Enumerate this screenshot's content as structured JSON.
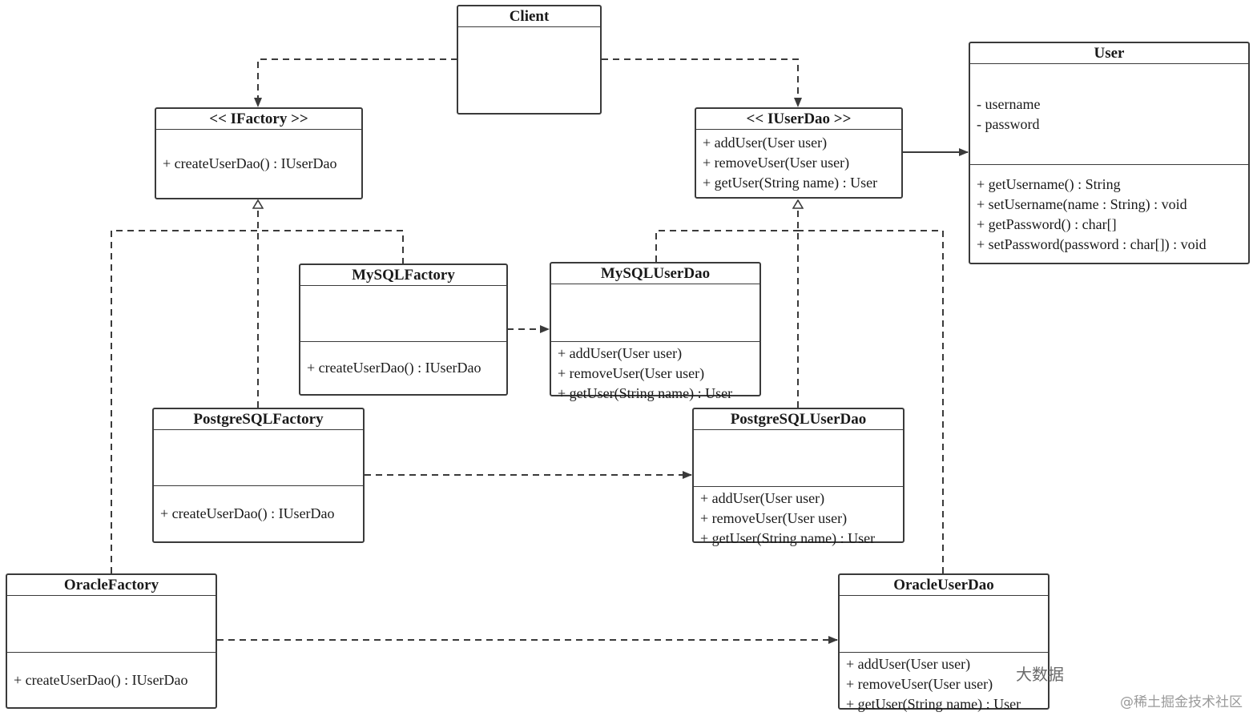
{
  "classes": {
    "client": {
      "name": "Client"
    },
    "ifactory": {
      "name": "<< IFactory >>",
      "ops": [
        "+ createUserDao() : IUserDao"
      ]
    },
    "iuserdao": {
      "name": "<< IUserDao >>",
      "ops": [
        "+ addUser(User user)",
        "+ removeUser(User user)",
        "+ getUser(String name) : User"
      ]
    },
    "user": {
      "name": "User",
      "attrs": [
        "- username",
        "- password"
      ],
      "ops": [
        "+ getUsername() : String",
        "+ setUsername(name : String) : void",
        "+ getPassword() : char[]",
        "+ setPassword(password : char[]) : void"
      ]
    },
    "mysqlfactory": {
      "name": "MySQLFactory",
      "ops": [
        "+ createUserDao() : IUserDao"
      ]
    },
    "mysqluserdao": {
      "name": "MySQLUserDao",
      "ops": [
        "+ addUser(User user)",
        "+ removeUser(User user)",
        "+ getUser(String name) : User"
      ]
    },
    "postgresqlfactory": {
      "name": "PostgreSQLFactory",
      "ops": [
        "+ createUserDao() : IUserDao"
      ]
    },
    "postgresqluserdao": {
      "name": "PostgreSQLUserDao",
      "ops": [
        "+ addUser(User user)",
        "+ removeUser(User user)",
        "+ getUser(String name) : User"
      ]
    },
    "oraclefactory": {
      "name": "OracleFactory",
      "ops": [
        "+ createUserDao() : IUserDao"
      ]
    },
    "oracleuserdao": {
      "name": "OracleUserDao",
      "ops": [
        "+ addUser(User user)",
        "+ removeUser(User user)",
        "+ getUser(String name) : User"
      ]
    }
  },
  "watermark": {
    "overlay": "大数据",
    "site": "@稀土掘金技术社区"
  },
  "colors": {
    "line": "#3a3a3a",
    "watermark": "#9a9a9a"
  }
}
